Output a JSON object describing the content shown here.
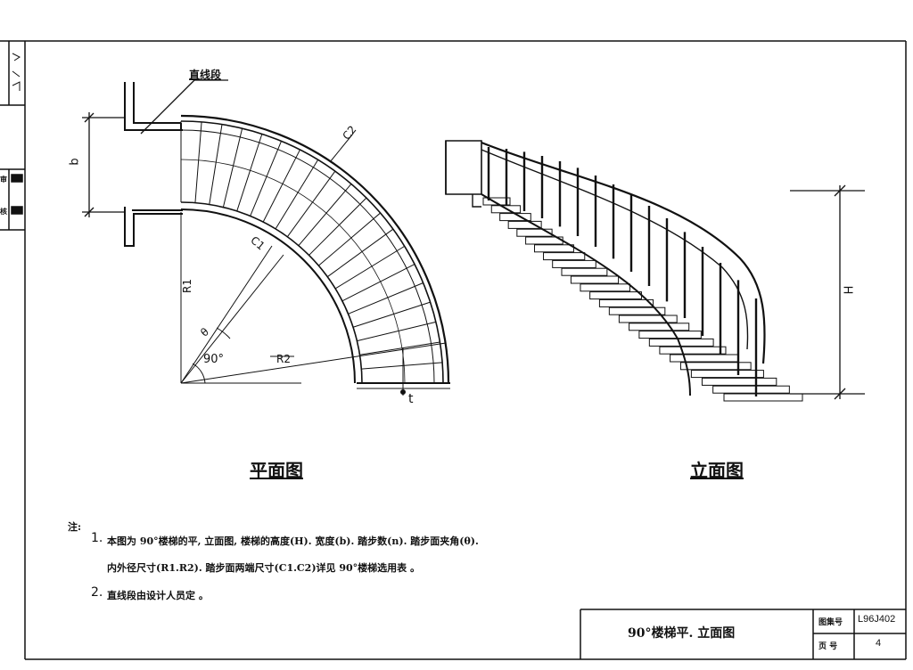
{
  "plan": {
    "title": "平面图",
    "label_straight": "直线段",
    "dim_b": "b",
    "label_c2": "C2",
    "label_c1": "C1",
    "label_r1": "R1",
    "label_r2": "R2",
    "label_theta": "θ",
    "label_angle": "90°",
    "label_t": "t"
  },
  "elevation": {
    "title": "立面图",
    "dim_h": "H"
  },
  "notes": {
    "heading": "注:",
    "n1_num": "1.",
    "n1_line1": "本图为 90°楼梯的平, 立面图, 楼梯的高度(H). 宽度(b). 踏步数(n). 踏步面夹角(θ).",
    "n1_line2": "内外径尺寸(R1.R2). 踏步面两端尺寸(C1.C2)详见 90°楼梯选用表 。",
    "n2_num": "2.",
    "n2_line": "直线段由设计人员定 。"
  },
  "title_block": {
    "drawing_title": "90°楼梯平. 立面图",
    "atlas_label": "图集号",
    "atlas_value": "L96J402",
    "page_label": "页 号",
    "page_value": "4"
  },
  "margin_stamp": {
    "text1": "审",
    "text2": "核"
  }
}
